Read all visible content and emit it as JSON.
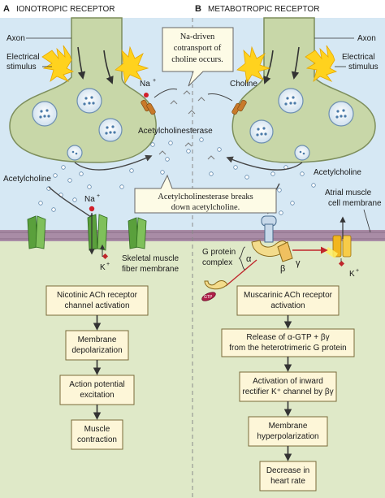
{
  "panels": {
    "a": {
      "letter": "A",
      "title": "IONOTROPIC RECEPTOR"
    },
    "b": {
      "letter": "B",
      "title": "METABOTROPIC RECEPTOR"
    }
  },
  "labels": {
    "axon_left": "Axon",
    "axon_right": "Axon",
    "stimulus_left": [
      "Electrical",
      "stimulus"
    ],
    "stimulus_right": [
      "Electrical",
      "stimulus"
    ],
    "na_plus_top": "Na",
    "choline": "Choline",
    "acetylcholinesterase": "Acetylcholinesterase",
    "acetylcholine_left": "Acetylcholine",
    "acetylcholine_right": "Acetylcholine",
    "na_plus_channel": "Na",
    "k_plus_left": "K",
    "k_plus_right": "K",
    "skeletal_membrane": [
      "Skeletal muscle",
      "fiber membrane"
    ],
    "atrial_membrane": [
      "Atrial muscle",
      "cell membrane"
    ],
    "g_protein": [
      "G protein",
      "complex"
    ],
    "alpha": "α",
    "beta": "β",
    "gamma": "γ",
    "gtp": "GTP",
    "plus": "+"
  },
  "callouts": {
    "top": [
      "Na-driven",
      "cotransport of",
      "choline occurs."
    ],
    "middle": [
      "Acetylcholinesterase breaks",
      "down acetylcholine."
    ]
  },
  "flow_left": [
    [
      "Nicotinic ACh receptor",
      "channel activation"
    ],
    [
      "Membrane",
      "depolarization"
    ],
    [
      "Action potential",
      "excitation"
    ],
    [
      "Muscle",
      "contraction"
    ]
  ],
  "flow_right": [
    [
      "Muscarinic ACh receptor",
      "activation"
    ],
    [
      "Release of α-GTP + βγ",
      "from the heterotrimeric G protein"
    ],
    [
      "Activation of inward",
      "rectifier K⁺ channel by βγ"
    ],
    [
      "Membrane",
      "hyperpolarization"
    ],
    [
      "Decrease in",
      "heart rate"
    ]
  ],
  "colors": {
    "synaptic_cleft": "#d6e8f4",
    "muscle_cell": "#dfe9c8",
    "membrane": "#a98ca6",
    "axon_terminal": "#c8d7a8",
    "vesicle": "#eaf2f8",
    "flow_box": "#fdf6d8",
    "stimulus": "#ffd21e",
    "channel": "#5aa03c",
    "k_channel": "#f2b61e"
  }
}
